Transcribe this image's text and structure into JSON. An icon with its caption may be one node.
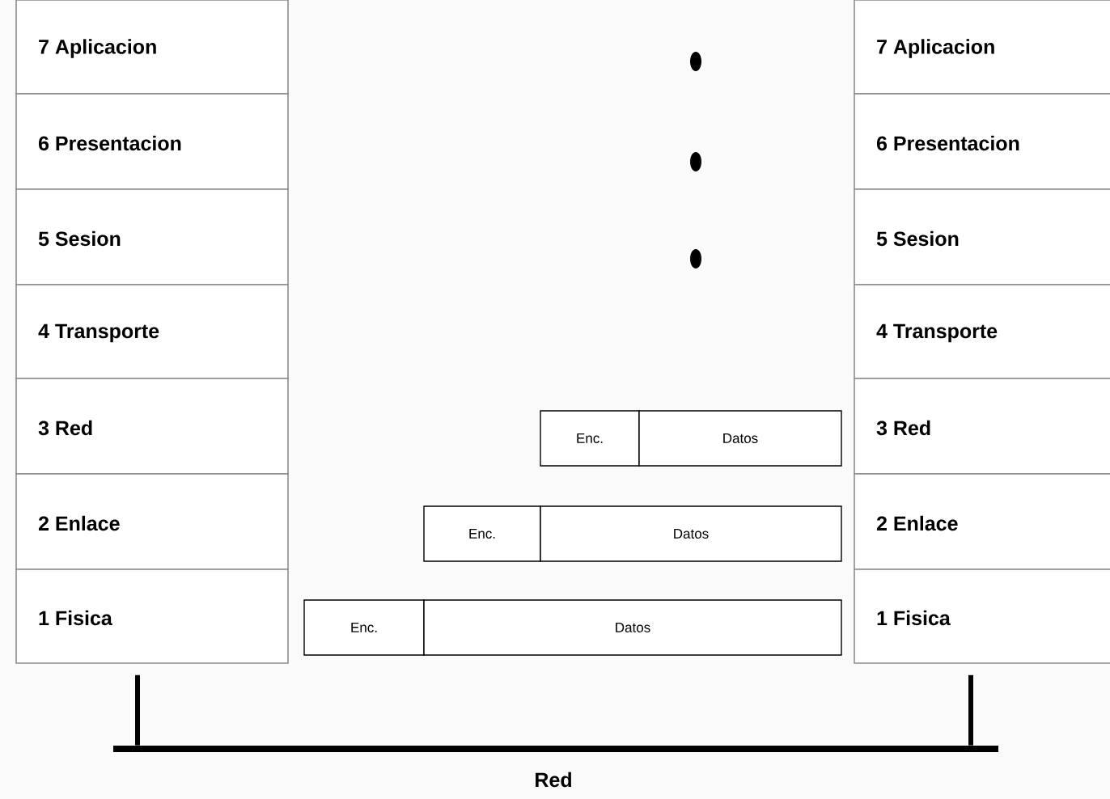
{
  "diagram": {
    "nodes": [
      {
        "text": [
          "7 Aplicacion"
        ]
      },
      {
        "text": [
          "6 Presentacion"
        ]
      },
      {
        "text": [
          "5 Sesion"
        ]
      },
      {
        "text": [
          "4 Transporte"
        ]
      },
      {
        "text": [
          "3 Red"
        ]
      },
      {
        "text": [
          "2 Enlace"
        ]
      },
      {
        "text": [
          "1 Fisica"
        ]
      },
      {
        "text": [
          "7 Aplicacion"
        ]
      },
      {
        "text": [
          "6 Presentacion"
        ]
      },
      {
        "text": [
          "5 Sesion"
        ]
      },
      {
        "text": [
          "4 Transporte"
        ]
      },
      {
        "text": [
          "3 Red"
        ]
      },
      {
        "text": [
          "2 Enlace"
        ]
      },
      {
        "text": [
          "1 Fisica"
        ]
      },
      {
        "text": [
          "Enc."
        ]
      },
      {
        "text": [
          "Datos"
        ]
      },
      {
        "text": [
          "Enc."
        ]
      },
      {
        "text": [
          "Datos"
        ]
      },
      {
        "text": [
          "Enc."
        ]
      },
      {
        "text": [
          "Datos"
        ]
      },
      {
        "text": [
          "Red"
        ]
      }
    ],
    "edges": [
      {
        "from": 6,
        "to": 20,
        "arrow": "none"
      },
      {
        "from": 13,
        "to": 20,
        "arrow": "none"
      }
    ]
  }
}
